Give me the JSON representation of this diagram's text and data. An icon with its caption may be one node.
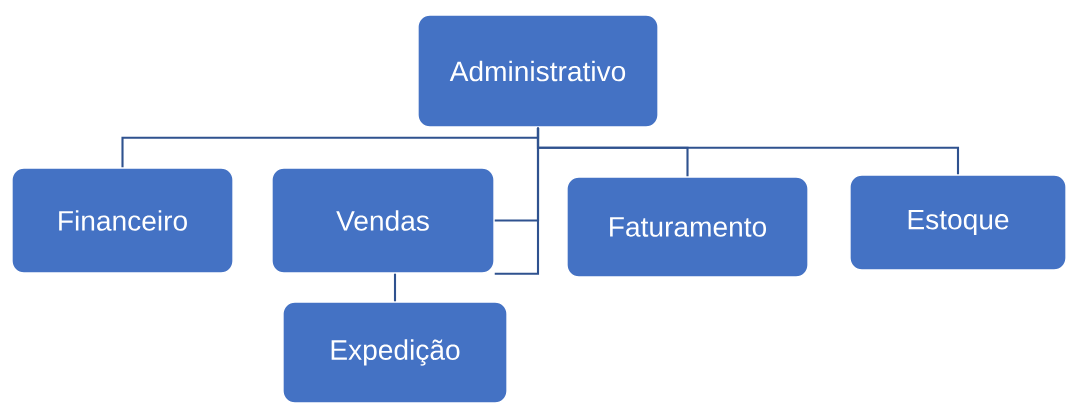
{
  "diagram": {
    "nodes": [
      {
        "text": [
          "Administrativo"
        ]
      },
      {
        "text": [
          "Financeiro"
        ]
      },
      {
        "text": [
          "Vendas"
        ]
      },
      {
        "text": [
          "Faturamento"
        ]
      },
      {
        "text": [
          "Estoque"
        ]
      },
      {
        "text": [
          "Expedição"
        ]
      }
    ],
    "edges": [
      {
        "from": 0,
        "to": 1,
        "arrow": "none"
      },
      {
        "from": 0,
        "to": 2,
        "arrow": "none"
      },
      {
        "from": 0,
        "to": 2,
        "arrow": "none"
      },
      {
        "from": 0,
        "to": 3,
        "arrow": "none"
      },
      {
        "from": 0,
        "to": 4,
        "arrow": "none"
      },
      {
        "from": 2,
        "to": 5,
        "arrow": "none"
      }
    ]
  }
}
